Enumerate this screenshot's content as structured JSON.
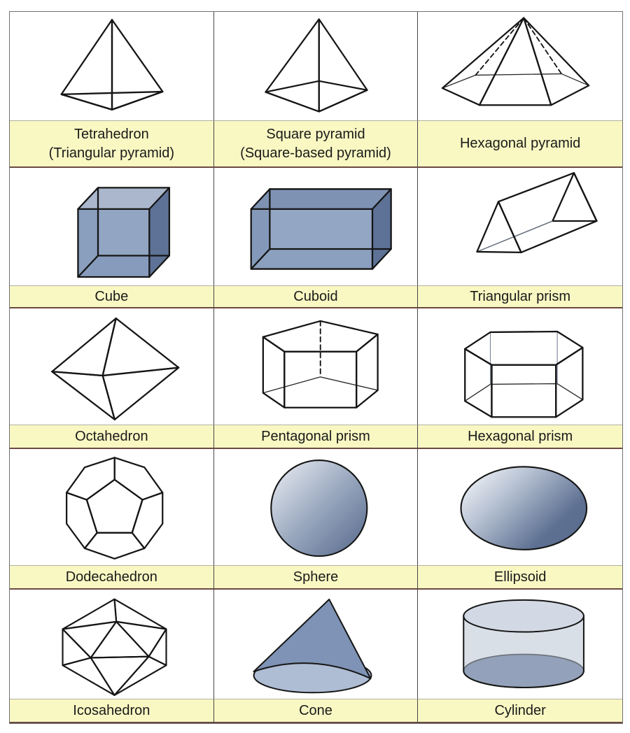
{
  "page": {
    "background": "#ffffff",
    "description": "3D shapes reference chart"
  },
  "palette": {
    "label_band": "#f9f8c3",
    "band_border_top": "#b2b1a3",
    "band_border_bottom": "#6b4a41",
    "grid_line": "#474747",
    "outer_border": "#707070",
    "face_light": "#b5c2d6",
    "face_medium": "#8096b8",
    "face_dark": "#5d7296",
    "outline": "#151515",
    "text": "#1a1a1a"
  },
  "grid": {
    "columns": 3,
    "rows": 5
  },
  "items": [
    {
      "id": "tetrahedron",
      "label": "Tetrahedron",
      "sublabel": "(Triangular pyramid)"
    },
    {
      "id": "square-pyramid",
      "label": "Square pyramid",
      "sublabel": "(Square-based pyramid)"
    },
    {
      "id": "hexagonal-pyramid",
      "label": "Hexagonal pyramid",
      "sublabel": ""
    },
    {
      "id": "cube",
      "label": "Cube",
      "sublabel": ""
    },
    {
      "id": "cuboid",
      "label": "Cuboid",
      "sublabel": ""
    },
    {
      "id": "triangular-prism",
      "label": "Triangular prism",
      "sublabel": ""
    },
    {
      "id": "octahedron",
      "label": "Octahedron",
      "sublabel": ""
    },
    {
      "id": "pentagonal-prism",
      "label": "Pentagonal prism",
      "sublabel": ""
    },
    {
      "id": "hexagonal-prism",
      "label": "Hexagonal prism",
      "sublabel": ""
    },
    {
      "id": "dodecahedron",
      "label": "Dodecahedron",
      "sublabel": ""
    },
    {
      "id": "sphere",
      "label": "Sphere",
      "sublabel": ""
    },
    {
      "id": "ellipsoid",
      "label": "Ellipsoid",
      "sublabel": ""
    },
    {
      "id": "icosahedron",
      "label": "Icosahedron",
      "sublabel": ""
    },
    {
      "id": "cone",
      "label": "Cone",
      "sublabel": ""
    },
    {
      "id": "cylinder",
      "label": "Cylinder",
      "sublabel": ""
    }
  ]
}
